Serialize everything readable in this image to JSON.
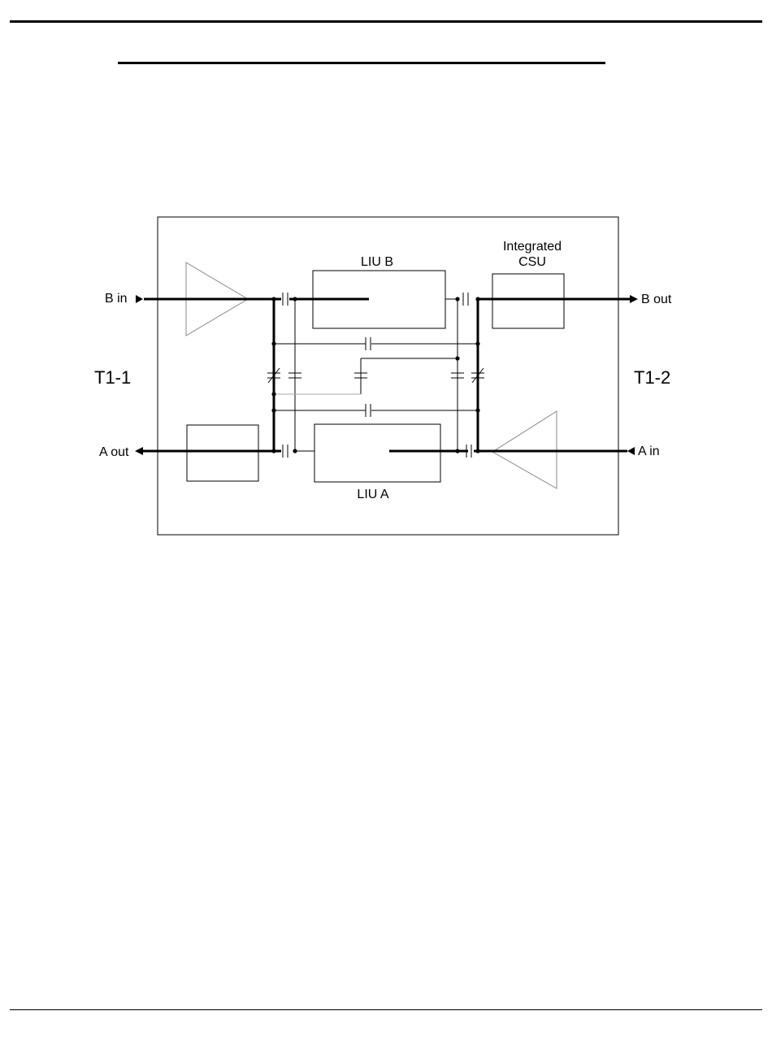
{
  "diagram": {
    "labels": {
      "t1_1": "T1-1",
      "t1_2": "T1-2",
      "b_in": "B in",
      "b_out": "B out",
      "a_out": "A out",
      "a_in": "A in",
      "liu_b": "LIU B",
      "liu_a": "LIU A",
      "csu_line1": "Integrated",
      "csu_line2": "CSU"
    }
  }
}
